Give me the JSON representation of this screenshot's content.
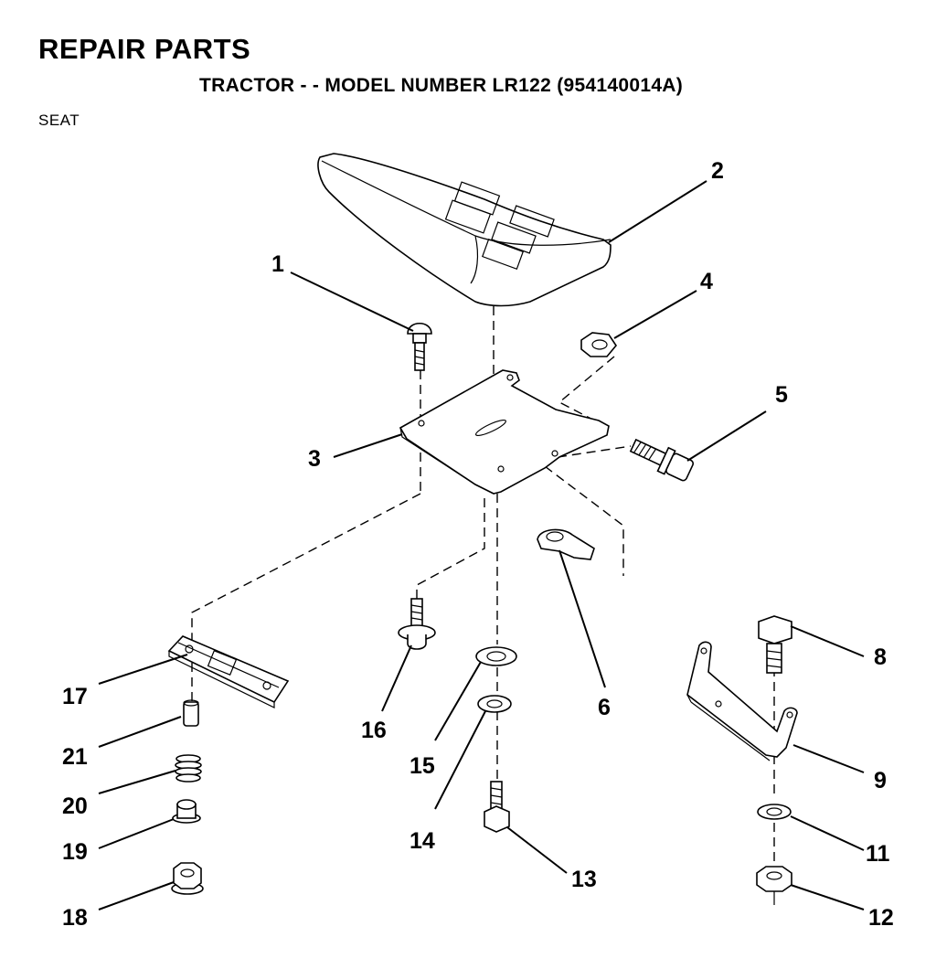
{
  "header": {
    "title": "REPAIR PARTS",
    "subtitle": "TRACTOR - - MODEL NUMBER LR122 (954140014A)",
    "section": "SEAT"
  },
  "callouts": [
    {
      "id": "c1",
      "label": "1"
    },
    {
      "id": "c2",
      "label": "2"
    },
    {
      "id": "c3",
      "label": "3"
    },
    {
      "id": "c4",
      "label": "4"
    },
    {
      "id": "c5",
      "label": "5"
    },
    {
      "id": "c6",
      "label": "6"
    },
    {
      "id": "c8",
      "label": "8"
    },
    {
      "id": "c9",
      "label": "9"
    },
    {
      "id": "c11",
      "label": "11"
    },
    {
      "id": "c12",
      "label": "12"
    },
    {
      "id": "c13",
      "label": "13"
    },
    {
      "id": "c14",
      "label": "14"
    },
    {
      "id": "c15",
      "label": "15"
    },
    {
      "id": "c16",
      "label": "16"
    },
    {
      "id": "c17",
      "label": "17"
    },
    {
      "id": "c18",
      "label": "18"
    },
    {
      "id": "c19",
      "label": "19"
    },
    {
      "id": "c20",
      "label": "20"
    },
    {
      "id": "c21",
      "label": "21"
    }
  ]
}
